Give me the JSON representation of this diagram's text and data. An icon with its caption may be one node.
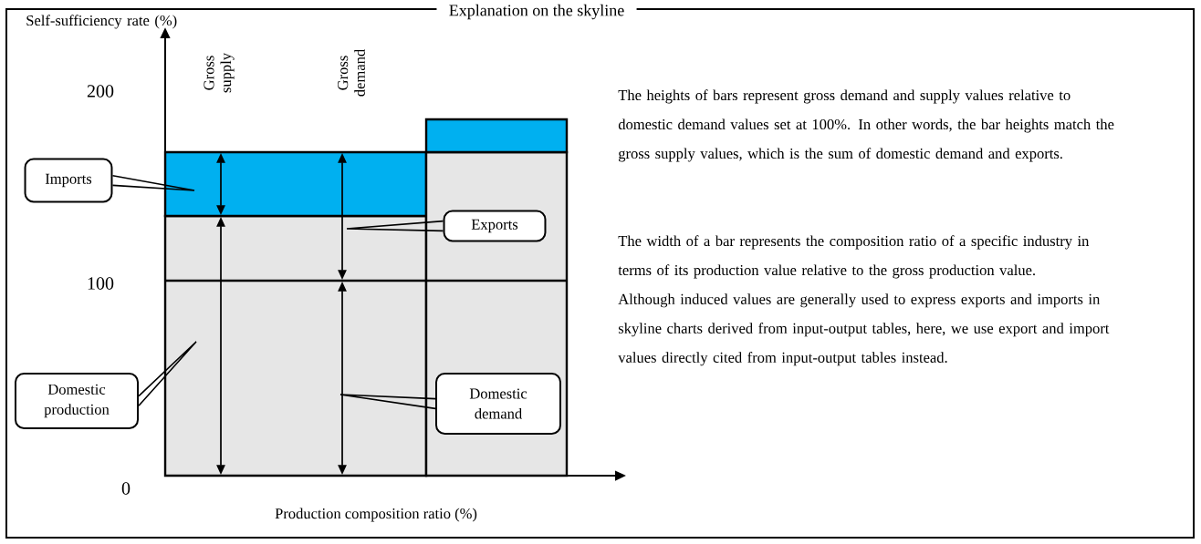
{
  "diagram": {
    "title": "Explanation on the skyline",
    "nodes": [
      {
        "text": [
          "Imports"
        ]
      },
      {
        "text": [
          "Exports"
        ]
      },
      {
        "text": [
          "Domestic production"
        ]
      },
      {
        "text": [
          "Domestic demand"
        ]
      }
    ],
    "edges": [
      {
        "from": 0,
        "to": null,
        "arrow": "none"
      },
      {
        "from": 1,
        "to": null,
        "arrow": "none"
      },
      {
        "from": 2,
        "to": null,
        "arrow": "none"
      },
      {
        "from": 3,
        "to": null,
        "arrow": "none"
      }
    ],
    "labels": [
      "Self-sufficiency rate (%)",
      "200",
      "Gross supply",
      "Gross demand",
      "The heights of bars represent gross demand and supply values relative to domestic demand values set at 100%. In other words, the bar heights match the gross supply values, which is the sum of domestic demand and exports.",
      "The width of a bar represents the composition ratio of a specific industry in terms of its production value relative to the gross production value.",
      "Although induced values are generally used to express exports and imports in skyline charts derived from input-output tables, here, we use export and import values directly cited from input-output tables instead.",
      "100",
      "0",
      "Production composition ratio (%)"
    ]
  }
}
